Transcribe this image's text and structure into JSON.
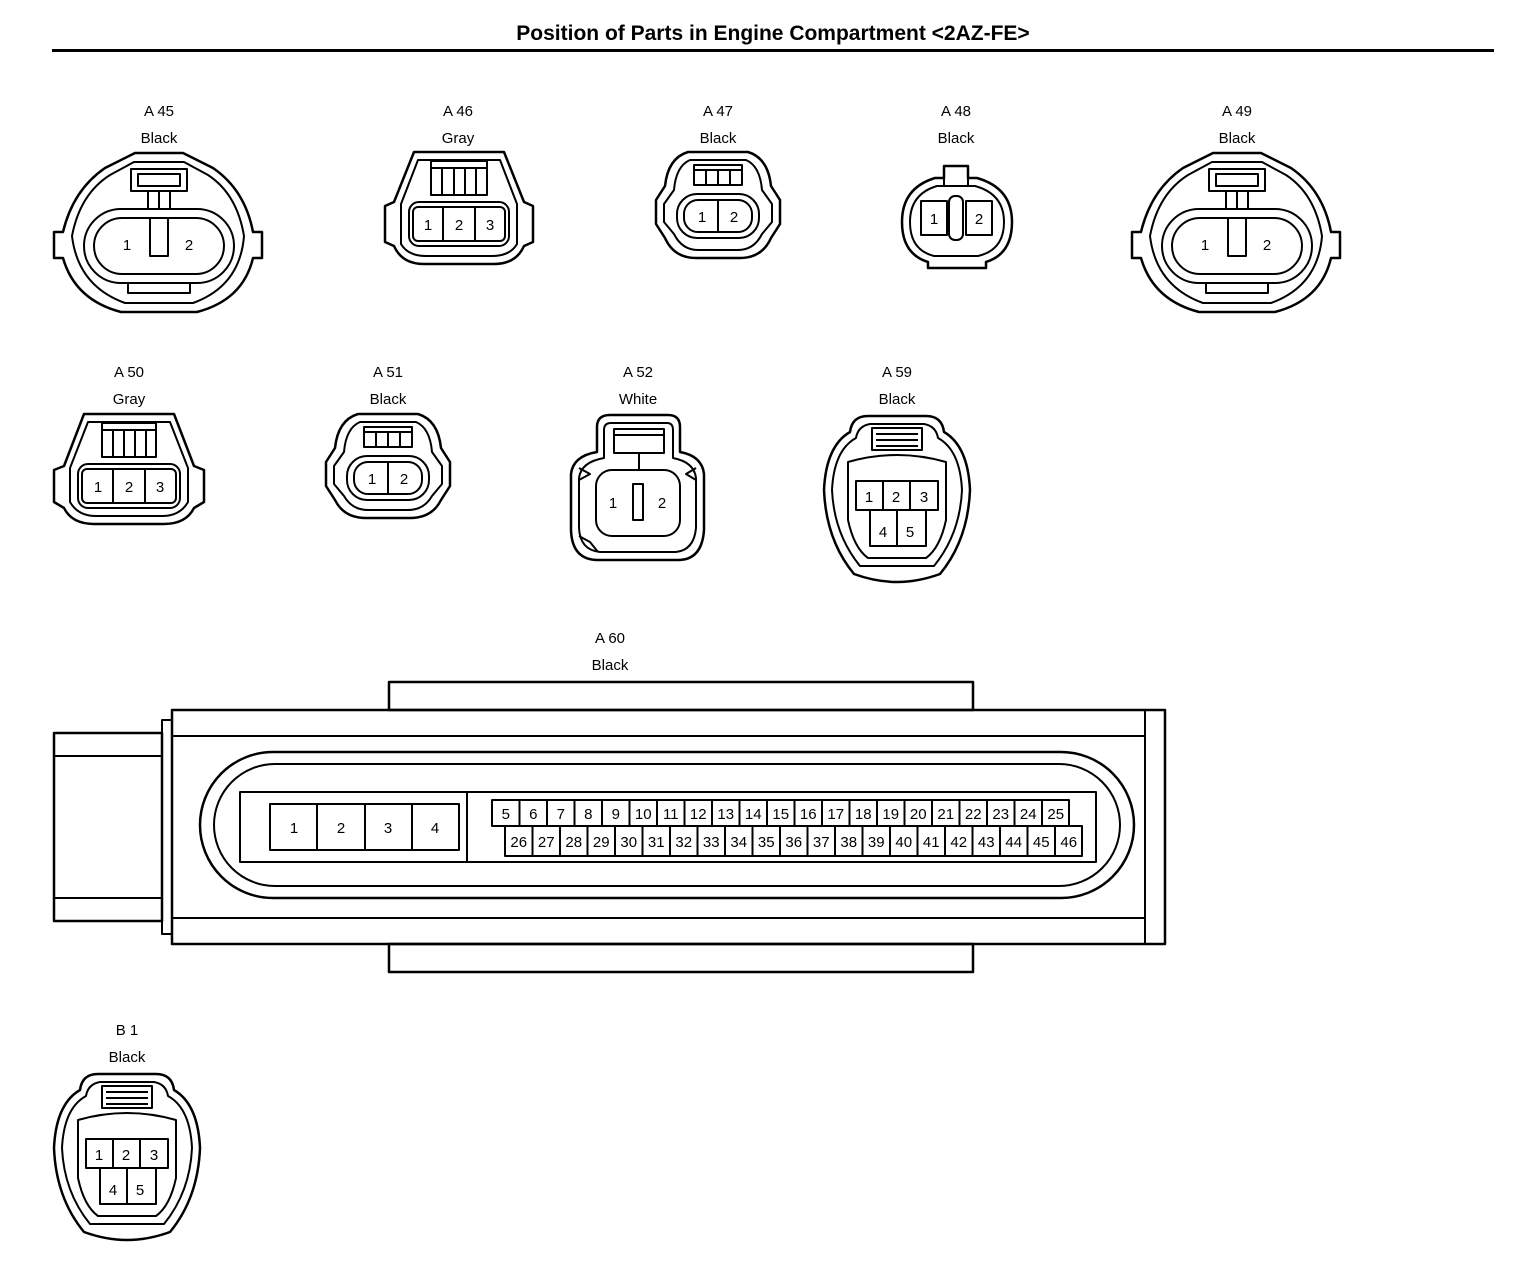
{
  "page": {
    "title": "Position of Parts in Engine Compartment <2AZ-FE>"
  },
  "connectors": [
    {
      "id": "A 45",
      "color": "Black",
      "pins": [
        "1",
        "2"
      ]
    },
    {
      "id": "A 46",
      "color": "Gray",
      "pins": [
        "1",
        "2",
        "3"
      ]
    },
    {
      "id": "A 47",
      "color": "Black",
      "pins": [
        "1",
        "2"
      ]
    },
    {
      "id": "A 48",
      "color": "Black",
      "pins": [
        "1",
        "2"
      ]
    },
    {
      "id": "A 49",
      "color": "Black",
      "pins": [
        "1",
        "2"
      ]
    },
    {
      "id": "A 50",
      "color": "Gray",
      "pins": [
        "1",
        "2",
        "3"
      ]
    },
    {
      "id": "A 51",
      "color": "Black",
      "pins": [
        "1",
        "2"
      ]
    },
    {
      "id": "A 52",
      "color": "White",
      "pins": [
        "1",
        "2"
      ]
    },
    {
      "id": "A 59",
      "color": "Black",
      "pins": [
        "1",
        "2",
        "3",
        "4",
        "5"
      ]
    },
    {
      "id": "A 60",
      "color": "Black",
      "pins": [
        "1",
        "2",
        "3",
        "4",
        "5",
        "6",
        "7",
        "8",
        "9",
        "10",
        "11",
        "12",
        "13",
        "14",
        "15",
        "16",
        "17",
        "18",
        "19",
        "20",
        "21",
        "22",
        "23",
        "24",
        "25",
        "26",
        "27",
        "28",
        "29",
        "30",
        "31",
        "32",
        "33",
        "34",
        "35",
        "36",
        "37",
        "38",
        "39",
        "40",
        "41",
        "42",
        "43",
        "44",
        "45",
        "46"
      ]
    },
    {
      "id": "B 1",
      "color": "Black",
      "pins": [
        "1",
        "2",
        "3",
        "4",
        "5"
      ]
    }
  ]
}
